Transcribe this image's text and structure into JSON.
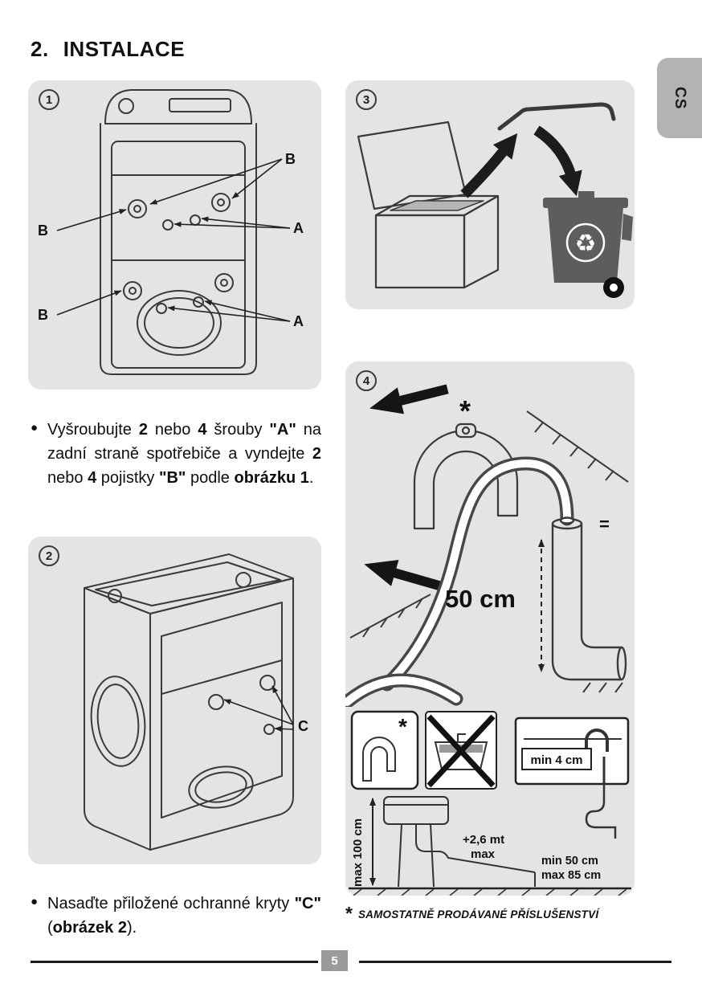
{
  "header": {
    "number": "2.",
    "title": "INSTALACE"
  },
  "language_tab": "CS",
  "figures": {
    "fig1": {
      "number": "1",
      "label_b_top": "B",
      "label_b_left": "B",
      "label_b_bottom": "B",
      "label_a_top": "A",
      "label_a_bottom": "A"
    },
    "fig2": {
      "number": "2",
      "label_c": "C"
    },
    "fig3": {
      "number": "3"
    },
    "fig4": {
      "number": "4",
      "asterisk": "*",
      "equals": "=",
      "distance": "50 cm",
      "detail": {
        "asterisk": "*",
        "min4": "min 4 cm",
        "max100": "max 100 cm",
        "plus26": "+2,6 mt",
        "max": "max",
        "min50": "min 50 cm",
        "max85": "max 85 cm"
      }
    }
  },
  "icons": {
    "recycle": "♻"
  },
  "instructions": {
    "step1": {
      "bullet": "●",
      "segments": [
        {
          "t": "Vyšroubujte ",
          "b": false
        },
        {
          "t": "2",
          "b": true
        },
        {
          "t": " nebo ",
          "b": false
        },
        {
          "t": "4",
          "b": true
        },
        {
          "t": " šrouby ",
          "b": false
        },
        {
          "t": "\"A\"",
          "b": true
        },
        {
          "t": " na zadní straně spotřebiče a vyndejte ",
          "b": false
        },
        {
          "t": "2",
          "b": true
        },
        {
          "t": " nebo ",
          "b": false
        },
        {
          "t": "4",
          "b": true
        },
        {
          "t": " pojistky ",
          "b": false
        },
        {
          "t": "\"B\"",
          "b": true
        },
        {
          "t": " podle ",
          "b": false
        },
        {
          "t": "obrázku 1",
          "b": true
        },
        {
          "t": ".",
          "b": false
        }
      ]
    },
    "step2": {
      "bullet": "●",
      "segments": [
        {
          "t": "Nasaďte přiložené ochranné kryty ",
          "b": false
        },
        {
          "t": "\"C\"",
          "b": true
        },
        {
          "t": " (",
          "b": false
        },
        {
          "t": "obrázek 2",
          "b": true
        },
        {
          "t": ").",
          "b": false
        }
      ]
    }
  },
  "footnote": {
    "star": "*",
    "text": "SAMOSTATNĚ PRODÁVANÉ PŘÍSLUŠENSTVÍ"
  },
  "footer": {
    "page_number": "5"
  },
  "colors": {
    "panel": "#e4e4e4",
    "tab": "#b3b3b3",
    "page_box": "#9b9b9b",
    "ink": "#111111"
  }
}
